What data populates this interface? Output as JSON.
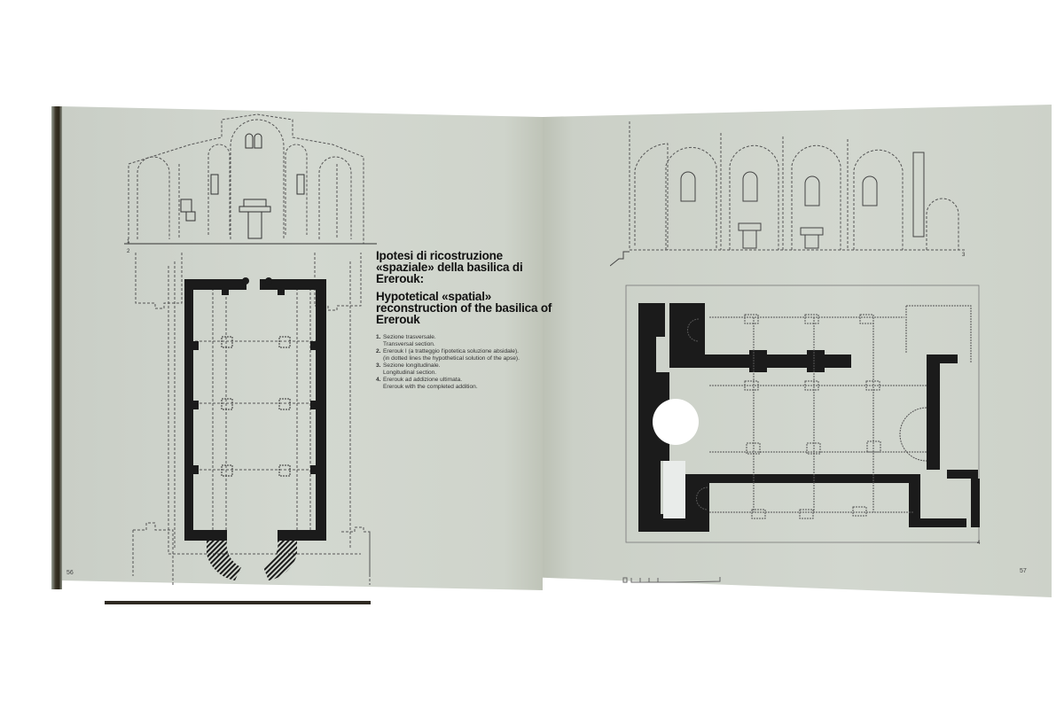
{
  "spread": {
    "left_page": {
      "page_number": "56",
      "figures": [
        {
          "number": "1",
          "type": "transverse-section"
        },
        {
          "number": "2",
          "type": "plan"
        }
      ],
      "caption": {
        "title_it": "Ipotesi di ricostruzione «spaziale» della basilica di Ererouk:",
        "title_en": "Hypotetical «spatial» reconstruction of the basilica of Ererouk",
        "items": [
          {
            "n": "1.",
            "it": "Sezione trasversale.",
            "en": "Transversal section."
          },
          {
            "n": "2.",
            "it": "Ererouk I (a tratteggio l'ipotetica soluzione absidale).",
            "en": "(in dotted lines the hypothetical solution of the apse)."
          },
          {
            "n": "3.",
            "it": "Sezione longitudinale.",
            "en": "Longitudinal section."
          },
          {
            "n": "4.",
            "it": "Ererouk ad addizione ultimata.",
            "en": "Ererouk with the completed addition."
          }
        ]
      }
    },
    "right_page": {
      "page_number": "57",
      "figures": [
        {
          "number": "3",
          "type": "longitudinal-section"
        },
        {
          "number": "4",
          "type": "plan"
        }
      ],
      "scale_bar": "scale"
    }
  },
  "colors": {
    "page": "#d2d7cf",
    "ink": "#1b1b1b",
    "dotted": "#555555"
  }
}
